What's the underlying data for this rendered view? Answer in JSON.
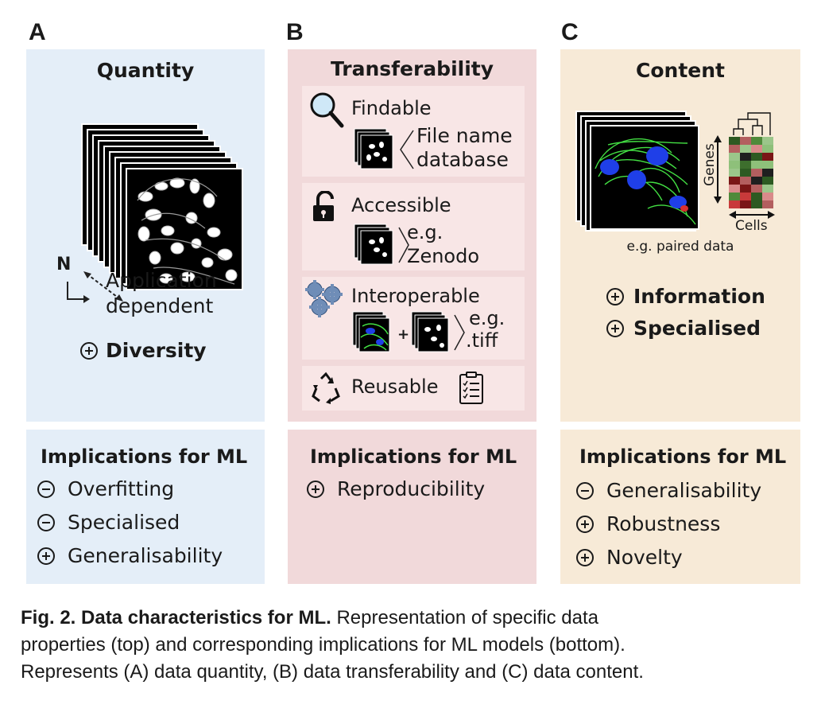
{
  "panels": {
    "a": {
      "letter": "A",
      "title": "Quantity",
      "n_label": "N",
      "app_line1": "Application",
      "app_line2": "dependent",
      "diversity": "Diversity",
      "impl_title": "Implications for ML",
      "impl": [
        {
          "sign": "minus",
          "label": "Overfitting"
        },
        {
          "sign": "minus",
          "label": "Specialised"
        },
        {
          "sign": "plus",
          "label": "Generalisability"
        }
      ]
    },
    "b": {
      "letter": "B",
      "title": "Transferability",
      "findable": "Findable",
      "file_name": "File name",
      "database": "database",
      "accessible": "Accessible",
      "eg1": "e.g.",
      "zenodo": "Zenodo",
      "interoperable": "Interoperable",
      "eg2": "e.g.",
      "tiff": ".tiff",
      "reusable": "Reusable",
      "impl_title": "Implications for ML",
      "impl": [
        {
          "sign": "plus",
          "label": "Reproducibility"
        }
      ]
    },
    "c": {
      "letter": "C",
      "title": "Content",
      "genes": "Genes",
      "cells": "Cells",
      "paired": "e.g. paired data",
      "information": "Information",
      "specialised": "Specialised",
      "impl_title": "Implications for ML",
      "impl": [
        {
          "sign": "minus",
          "label": "Generalisability"
        },
        {
          "sign": "plus",
          "label": "Robustness"
        },
        {
          "sign": "plus",
          "label": "Novelty"
        }
      ]
    }
  },
  "caption": {
    "bold": "Fig. 2. Data characteristics for ML.",
    "line1": " Representation of specific data",
    "line2": "properties (top) and corresponding implications for ML models (bottom).",
    "line3": "Represents (A) data quantity, (B) data transferability and (C) data content."
  },
  "colors": {
    "panel_a": "#e4eef8",
    "panel_b": "#f1d9da",
    "panel_c": "#f7ead7",
    "cell_green": "#43e043",
    "nucleus_blue": "#1f3fe8"
  }
}
